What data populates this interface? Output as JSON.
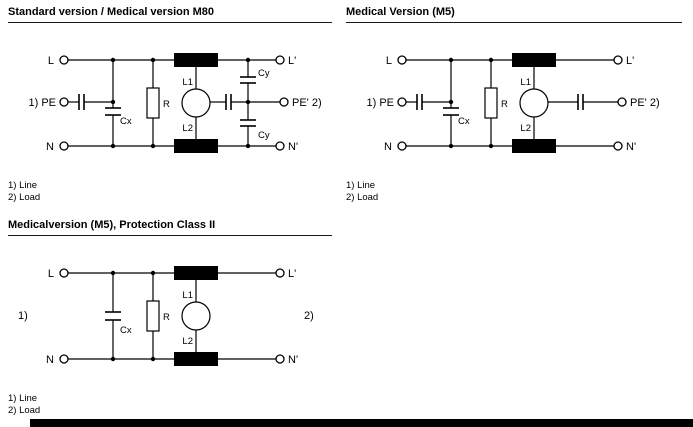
{
  "diagrams": {
    "d1": {
      "title": "Standard version / Medical version M80",
      "terminals": {
        "L": "L",
        "L_out": "L'",
        "PE_in": "1) PE",
        "PE_out": "PE' 2)",
        "N": "N",
        "N_out": "N'"
      },
      "components": {
        "Cx": "Cx",
        "Cy_top": "Cy",
        "Cy_bottom": "Cy",
        "R": "R",
        "L1": "L1",
        "L2": "L2"
      },
      "notes": {
        "line": "1) Line",
        "load": "2) Load"
      }
    },
    "d2": {
      "title": "Medical Version (M5)",
      "terminals": {
        "L": "L",
        "L_out": "L'",
        "PE_in": "1) PE",
        "PE_out": "PE' 2)",
        "N": "N",
        "N_out": "N'"
      },
      "components": {
        "Cx": "Cx",
        "R": "R",
        "L1": "L1",
        "L2": "L2"
      },
      "notes": {
        "line": "1) Line",
        "load": "2) Load"
      }
    },
    "d3": {
      "title": "Medicalversion (M5), Protection Class II",
      "terminals": {
        "L": "L",
        "L_out": "L'",
        "N": "N",
        "N_out": "N'"
      },
      "side_labels": {
        "left": "1)",
        "right": "2)"
      },
      "components": {
        "Cx": "Cx",
        "R": "R",
        "L1": "L1",
        "L2": "L2"
      },
      "notes": {
        "line": "1) Line",
        "load": "2) Load"
      }
    }
  }
}
